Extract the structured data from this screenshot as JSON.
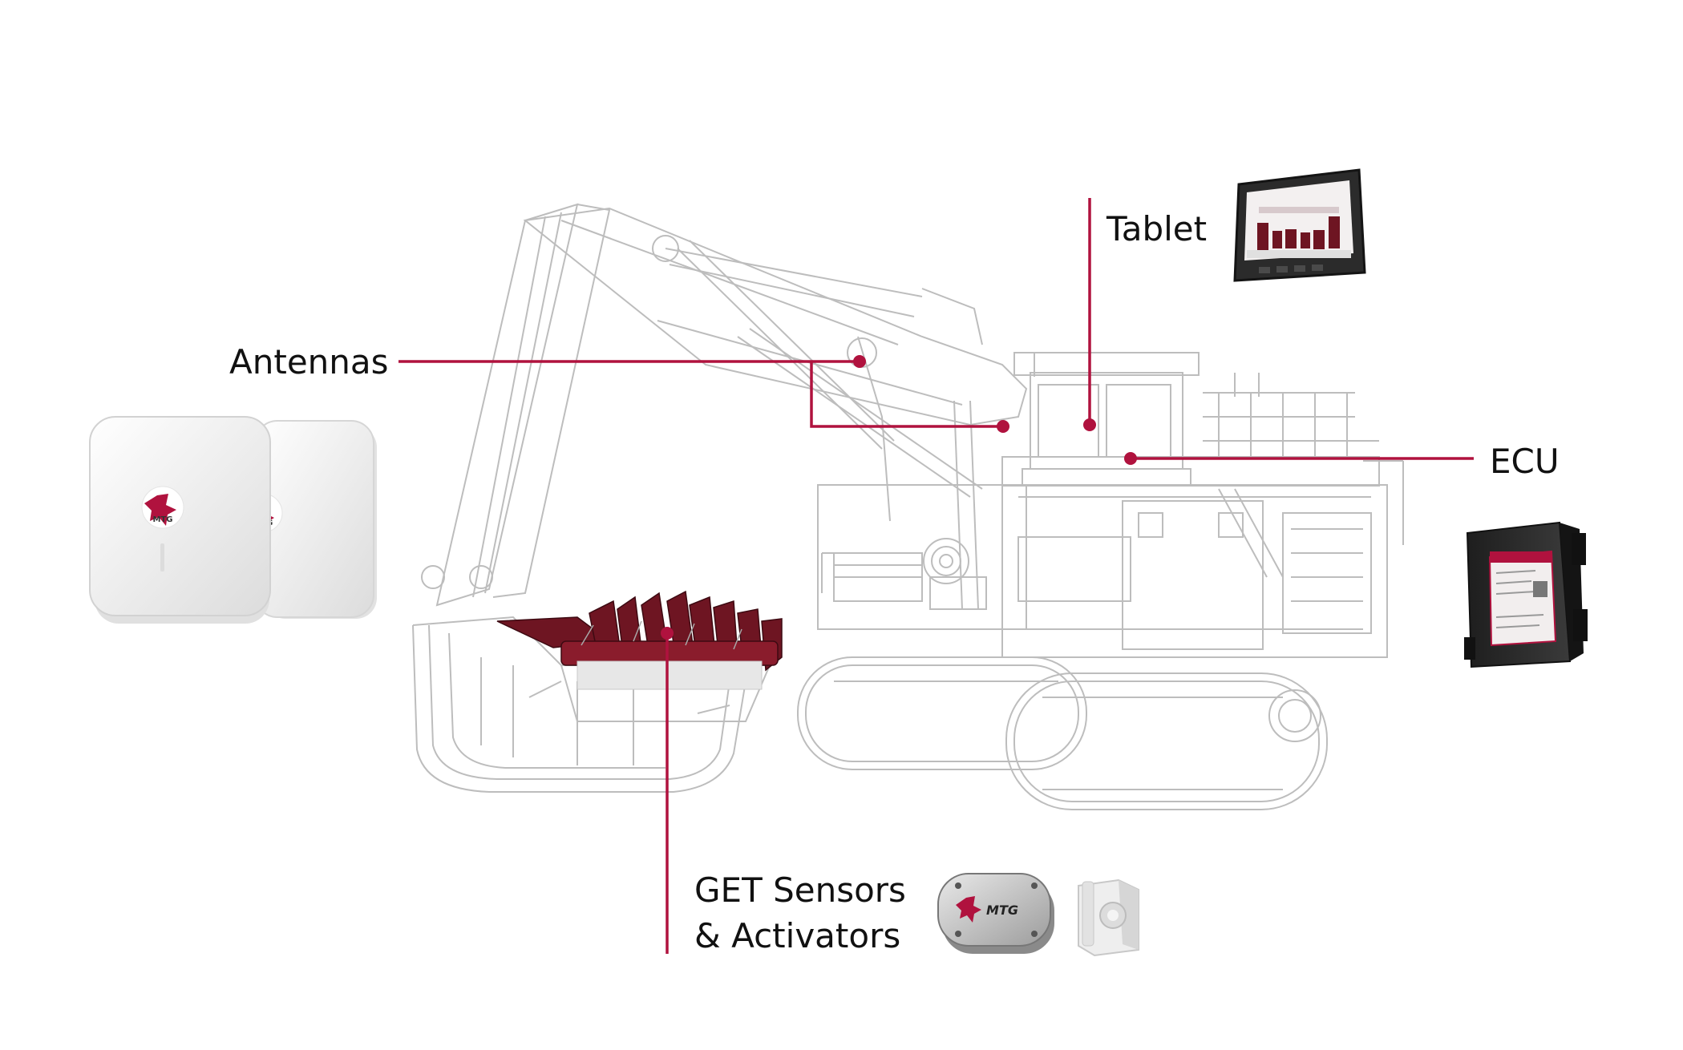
{
  "labels": {
    "antennas": "Antennas",
    "tablet": "Tablet",
    "ecu": "ECU",
    "get_line1": "GET Sensors",
    "get_line2": "& Activators"
  },
  "logos": {
    "antenna": "MTG",
    "sensor": "MTG"
  },
  "colors": {
    "accent": "#b0123e",
    "outline": "#c8c8c8",
    "teeth": "#6e1522",
    "text": "#111111"
  },
  "icons": [
    "excavator-illustration",
    "antenna-device",
    "tablet-device",
    "ecu-device",
    "get-sensor-device",
    "activator-device"
  ]
}
